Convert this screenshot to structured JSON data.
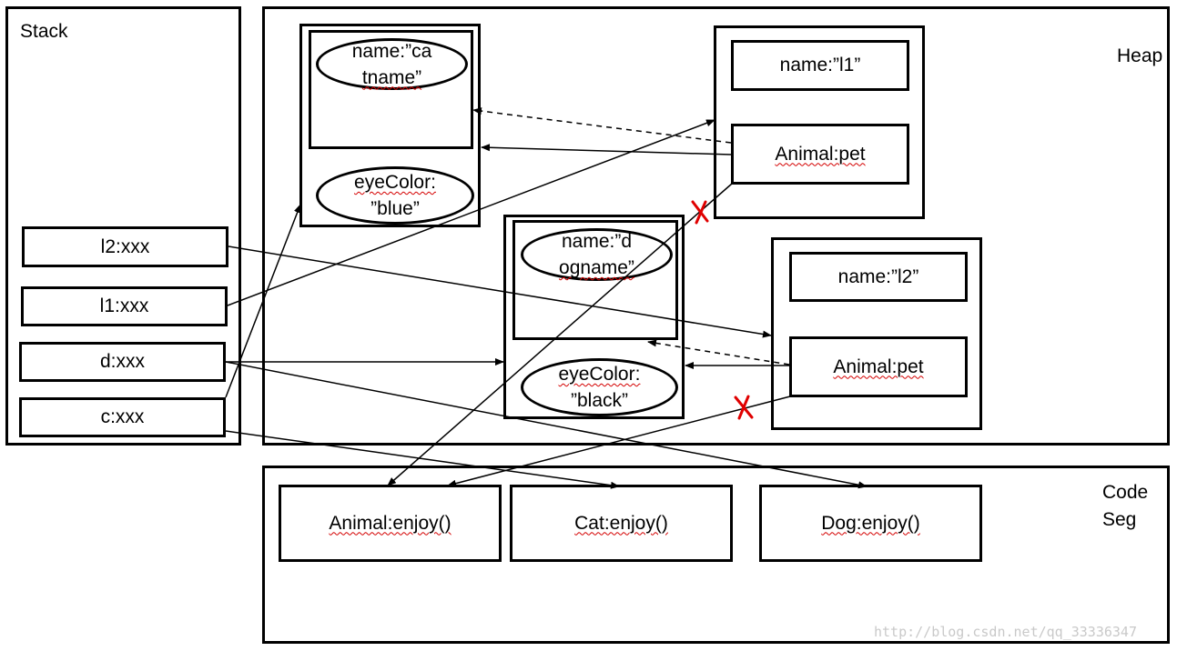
{
  "regions": {
    "stack": "Stack",
    "heap": "Heap",
    "code_line1": "Code",
    "code_line2": "Seg"
  },
  "stack_vars": {
    "l2": "l2:xxx",
    "l1": "l1:xxx",
    "d": "d:xxx",
    "c": "c:xxx"
  },
  "cat_object": {
    "name_line1": "name:”ca",
    "name_line2": "tname”",
    "eye_line1": "eyeColor:",
    "eye_line2": "”blue”"
  },
  "dog_object": {
    "name_line1": "name:”d",
    "name_line2": "ogname”",
    "eye_line1": "eyeColor:",
    "eye_line2": "”black”"
  },
  "lady1": {
    "name": "name:”l1”",
    "pet": "Animal:pet"
  },
  "lady2": {
    "name": "name:”l2”",
    "pet": "Animal:pet"
  },
  "code": {
    "animal": "Animal:enjoy()",
    "cat": "Cat:enjoy()",
    "dog": "Dog:enjoy()"
  },
  "watermark": "http://blog.csdn.net/qq_33336347",
  "colors": {
    "line": "#000000",
    "cross": "#e00000",
    "spell_underline": "#d40000"
  }
}
